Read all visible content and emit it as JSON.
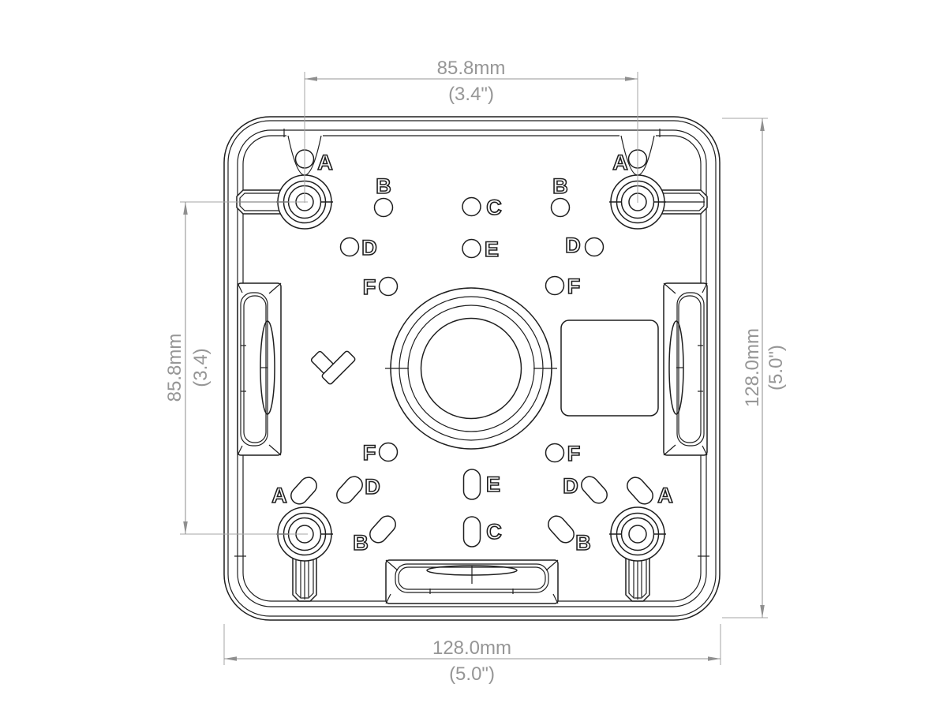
{
  "colors": {
    "background": "#ffffff",
    "part_line": "#1f1f1f",
    "dimension_line": "#969696"
  },
  "dimensions": {
    "top": {
      "mm": "85.8mm",
      "inches": "(3.4\")"
    },
    "left": {
      "mm": "85.8mm",
      "inches": "(3.4)"
    },
    "right": {
      "mm": "128.0mm",
      "inches": "(5.0\")"
    },
    "bottom": {
      "mm": "128.0mm",
      "inches": "(5.0\")"
    }
  },
  "hole_labels": {
    "a_top_left": "A",
    "a_top_right": "A",
    "a_bottom_left": "A",
    "a_bottom_right": "A",
    "b_top_left": "B",
    "b_top_right": "B",
    "b_bottom_left": "B",
    "b_bottom_right": "B",
    "c_top": "C",
    "c_bottom": "C",
    "d_top_left": "D",
    "d_top_right": "D",
    "d_bottom_left": "D",
    "d_bottom_right": "D",
    "e_top": "E",
    "e_bottom": "E",
    "f_top_left": "F",
    "f_top_right": "F",
    "f_bottom_left": "F",
    "f_bottom_right": "F"
  }
}
